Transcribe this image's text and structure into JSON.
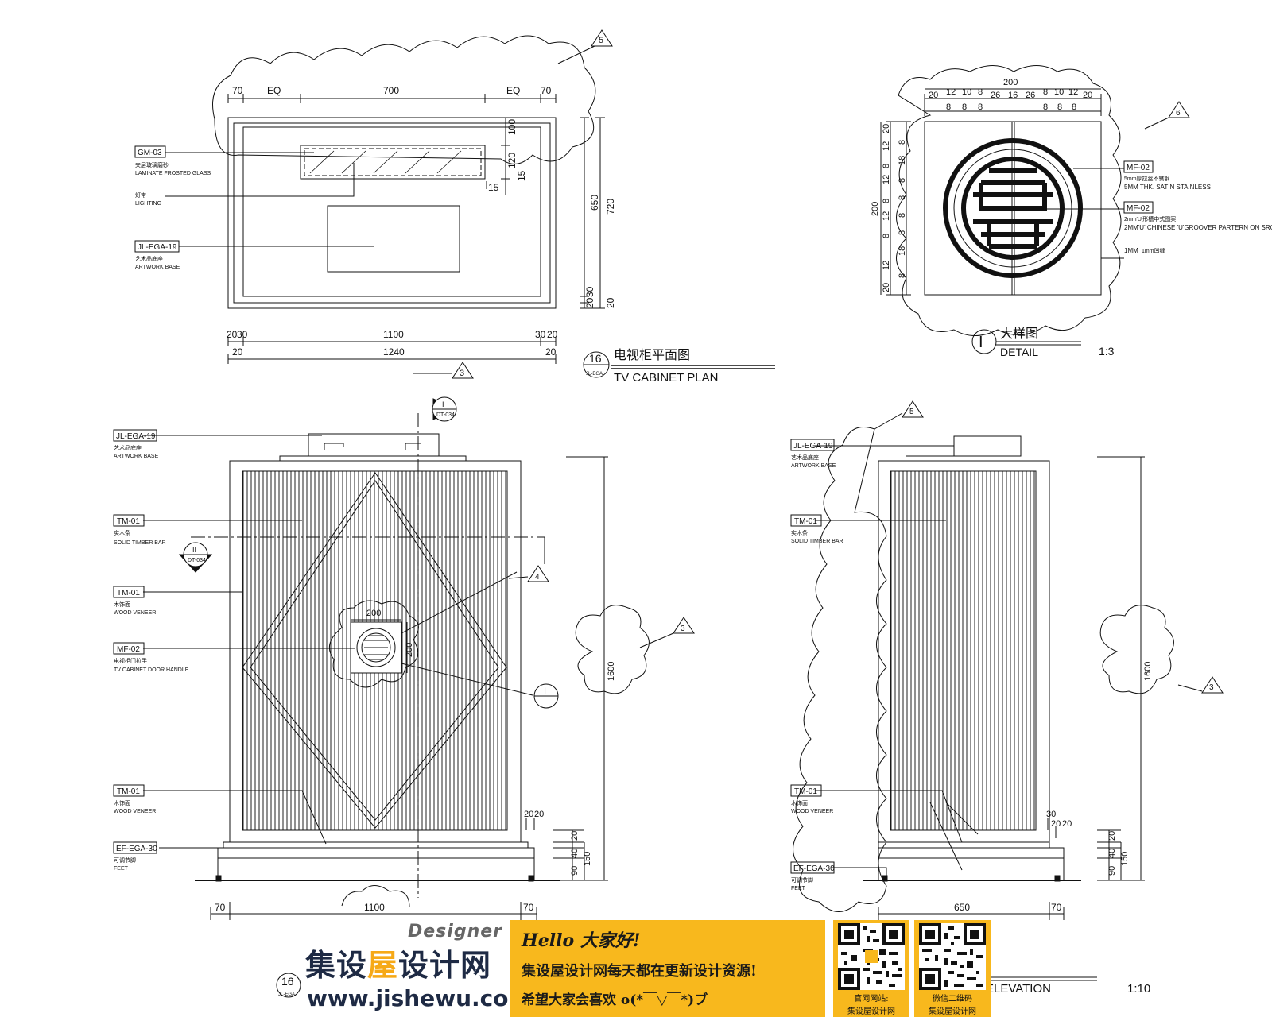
{
  "plan": {
    "dims_top": [
      "70",
      "EQ",
      "700",
      "EQ",
      "70"
    ],
    "dims_right": [
      "100",
      "120",
      "15",
      "650",
      "720",
      "20",
      "30",
      "20"
    ],
    "dim_small": "15",
    "dims_bottom_1": [
      "20",
      "30",
      "1100",
      "30",
      "20"
    ],
    "dims_bottom_2": [
      "20",
      "1240",
      "20"
    ],
    "rev5": "5",
    "rev3": "3",
    "labels": [
      {
        "code": "GM-03",
        "cn": "夹层玻璃磨砂",
        "en": "LAMINATE FROSTED GLASS"
      },
      {
        "code": "",
        "cn": "灯带",
        "en": "LIGHTING"
      },
      {
        "code": "JL-EGA-19",
        "cn": "艺术品底座",
        "en": "ARTWORK BASE"
      }
    ],
    "title_num": "16",
    "title_ref": "JL-EGA",
    "title_cn": "电视柜平面图",
    "title_en": "TV CABINET PLAN"
  },
  "detail": {
    "dims_top_total": "200",
    "dims_top": [
      "20",
      "12",
      "10",
      "8",
      "26",
      "16",
      "26",
      "8",
      "10",
      "12",
      "20"
    ],
    "dims_top_sub": [
      "8",
      "8",
      "8",
      "8",
      "8",
      "8"
    ],
    "dims_left_total": "200",
    "dims_left": [
      "20",
      "12",
      "8",
      "12",
      "8",
      "12",
      "8",
      "12",
      "20"
    ],
    "dims_left_sub": [
      "8",
      "18",
      "8",
      "8",
      "8",
      "8",
      "18",
      "8"
    ],
    "rev6": "6",
    "labels": [
      {
        "code": "MF-02",
        "cn": "5mm厚拉丝不锈钢",
        "en": "5MM THK. SATIN STAINLESS"
      },
      {
        "code": "MF-02",
        "cn": "2mm'U'形槽中式图案",
        "en": "2MM'U' CHINESE 'U'GROOVER PARTERN ON SRONE PLATE"
      },
      {
        "code": "",
        "cn": "1mm凹缝",
        "en": "1MM"
      }
    ],
    "title_num": "I",
    "title_cn": "大样图",
    "title_en": "DETAIL",
    "scale": "1:3"
  },
  "front": {
    "section_tag": "I",
    "section_ref": "DT-034",
    "section_tag2": "II",
    "section_ref2": "DT-034",
    "labels": [
      {
        "code": "JL-EGA-19",
        "cn": "艺术品底座",
        "en": "ARTWORK BASE"
      },
      {
        "code": "TM-01",
        "cn": "实木条",
        "en": "SOLID TIMBER BAR"
      },
      {
        "code": "TM-01",
        "cn": "木饰面",
        "en": "WOOD VENEER"
      },
      {
        "code": "MF-02",
        "cn": "电视柜门拉手",
        "en": "TV CABINET DOOR HANDLE"
      },
      {
        "code": "TM-01",
        "cn": "木饰面",
        "en": "WOOD VENEER"
      },
      {
        "code": "EF-EGA-30",
        "cn": "可调节脚",
        "en": "FEET"
      }
    ],
    "handle_w": "200",
    "handle_h": "200",
    "height_dim": "1600",
    "right_dims": [
      "20",
      "20",
      "20",
      "40",
      "90",
      "150"
    ],
    "bottom_dims": [
      "70",
      "1100",
      "70"
    ],
    "rev4": "4",
    "rev3": "3",
    "detail_tag": "I",
    "title_num": "16",
    "title_ref": "JL-EGA"
  },
  "side": {
    "labels": [
      {
        "code": "JL-EGA-19",
        "cn": "艺术品底座",
        "en": "ARTWORK BASE"
      },
      {
        "code": "TM-01",
        "cn": "实木条",
        "en": "SOLID TIMBER BAR"
      },
      {
        "code": "TM-01",
        "cn": "木饰面",
        "en": "WOOD VENEER"
      },
      {
        "code": "EF-EGA-30",
        "cn": "可调节脚",
        "en": "FEET"
      }
    ],
    "height_dim": "1600",
    "right_dims": [
      "30",
      "20",
      "20",
      "20",
      "40",
      "90",
      "150"
    ],
    "bottom_dims": [
      "650",
      "70"
    ],
    "rev5": "5",
    "rev3": "3",
    "title_en": "ELEVATION",
    "scale": "1:10"
  },
  "watermark": {
    "designer": "Designer",
    "brand_a": "集设",
    "brand_hl": "屋",
    "brand_b": "设计网",
    "url": "www.jishewu.com",
    "hello": "Hello  大家好!",
    "line2": "集设屋设计网每天都在更新设计资源!",
    "line3": "希望大家会喜欢 o(*￣▽￣*)ブ",
    "qr1_cap1": "官网网站:",
    "qr1_cap2": "集设屋设计网",
    "qr2_cap1": "微信二维码",
    "qr2_cap2": "集设屋设计网"
  }
}
